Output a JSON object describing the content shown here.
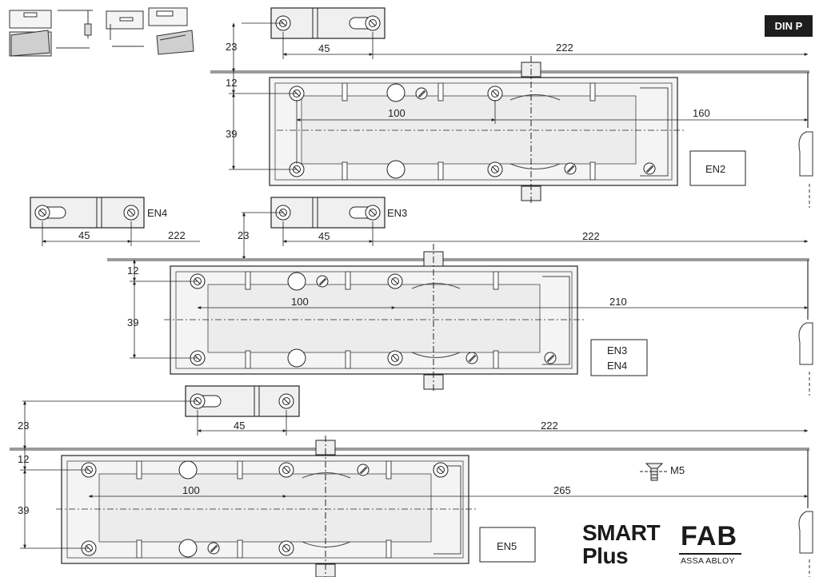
{
  "badge": "DIN P",
  "brand": {
    "line1": "SMART",
    "line2": "Plus",
    "logo": "FAB",
    "logo_sub": "ASSA ABLOY"
  },
  "section1": {
    "plate_side": "23",
    "plate_spacing": "45",
    "plate_to_edge": "222",
    "edge_offset": "12",
    "height": "39",
    "hole_spacing": "100",
    "arm_offset": "160",
    "box": "EN2"
  },
  "section2": {
    "plate_a_label": "EN4",
    "plate_a_spacing": "45",
    "plate_a_edge": "222",
    "plate_b_label": "EN3",
    "plate_b_spacing": "45",
    "plate_side": "23",
    "plate_to_edge": "222",
    "edge_offset": "12",
    "height": "39",
    "hole_spacing": "100",
    "arm_offset": "210",
    "box_line1": "EN3",
    "box_line2": "EN4"
  },
  "section3": {
    "plate_side": "23",
    "plate_spacing": "45",
    "plate_to_edge": "222",
    "edge_offset": "12",
    "height": "39",
    "hole_spacing": "100",
    "arm_offset": "265",
    "screw": "M5",
    "box": "EN5"
  }
}
